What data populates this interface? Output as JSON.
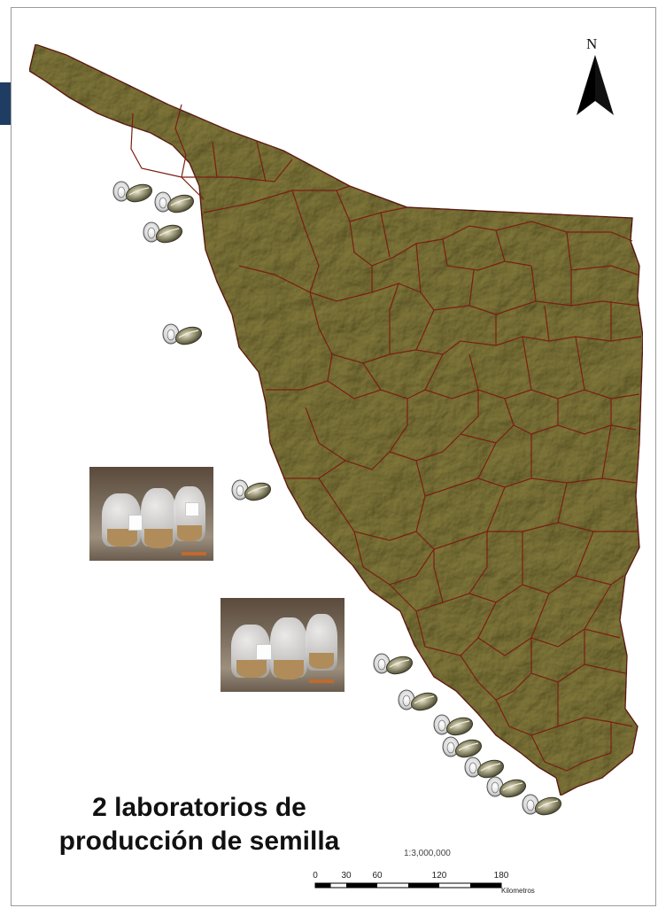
{
  "map": {
    "north_label": "N",
    "caption": {
      "line1": "2 laboratorios de",
      "line2": "producción de semilla"
    },
    "scale": {
      "ratio": "1:3,000,000",
      "ticks": [
        "0",
        "30",
        "60",
        "120",
        "180"
      ],
      "unit": "Kilometros"
    }
  },
  "colors": {
    "land": "#837a3b",
    "border": "#7a1f12",
    "frame": "#9a9a9a"
  },
  "icons": {
    "oyster": "oyster-icon",
    "north": "north-arrow-icon",
    "seed_photo": "seed-bag-photo"
  }
}
